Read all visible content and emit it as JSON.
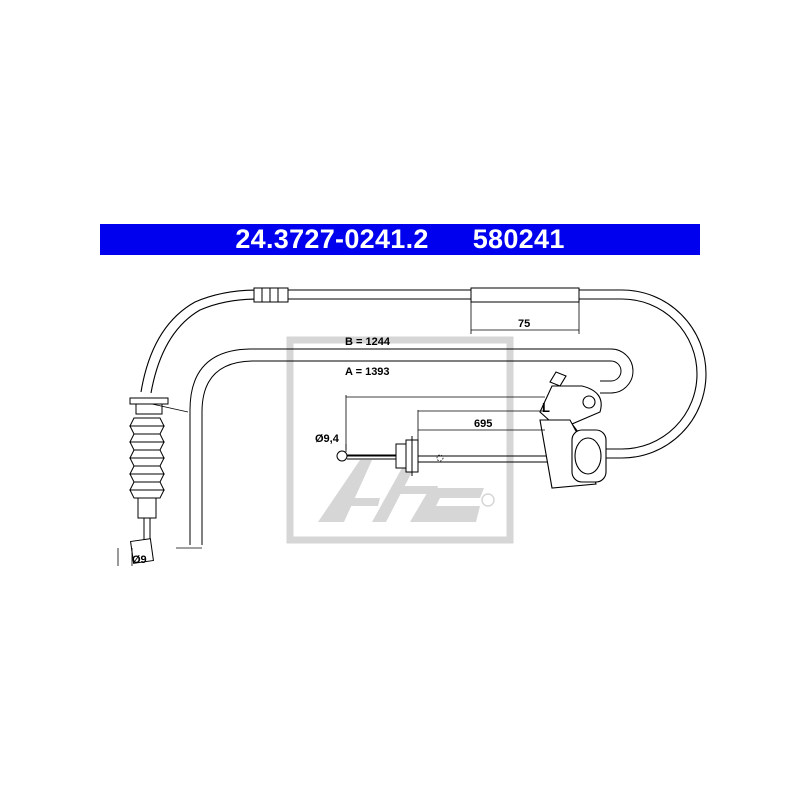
{
  "header": {
    "part_number": "24.3727-0241.2",
    "ref_number": "580241",
    "background_color": "#0000ee",
    "text_color": "#ffffff"
  },
  "dimensions": {
    "b_label": "B = 1244",
    "a_label": "A = 1393",
    "d1_label": "75",
    "d2_label": "695",
    "dia_end_label": "Ø9,4",
    "dia_nipple_label": "Ø9",
    "side_label": "L"
  },
  "watermark": {
    "brand_icon": "ate-logo-watermark",
    "color": "#d9d9d9"
  }
}
